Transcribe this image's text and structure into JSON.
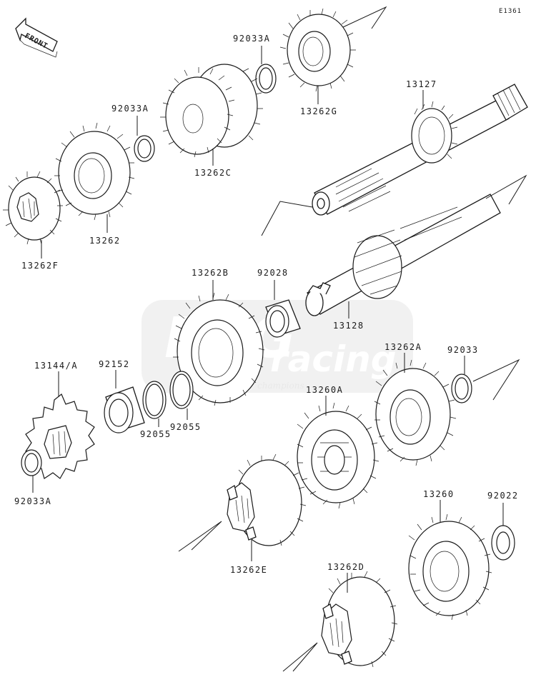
{
  "diagram_code": "E1361",
  "front_marker": "FRONT",
  "watermark": {
    "main": "BRG",
    "sub": "racing",
    "tagline": "champions"
  },
  "labels": {
    "p92033A_top": "92033A",
    "p13262G": "13262G",
    "p13127": "13127",
    "p92033A_left": "92033A",
    "p13262C": "13262C",
    "p13262": "13262",
    "p13262F": "13262F",
    "p13262B": "13262B",
    "p92028": "92028",
    "p13128": "13128",
    "p13144A": "13144/A",
    "p92152": "92152",
    "p92055_a": "92055",
    "p92055_b": "92055",
    "p13262A": "13262A",
    "p92033": "92033",
    "p13260A": "13260A",
    "p92033A_bottom": "92033A",
    "p13262E": "13262E",
    "p13260": "13260",
    "p92022": "92022",
    "p13262D": "13262D"
  }
}
